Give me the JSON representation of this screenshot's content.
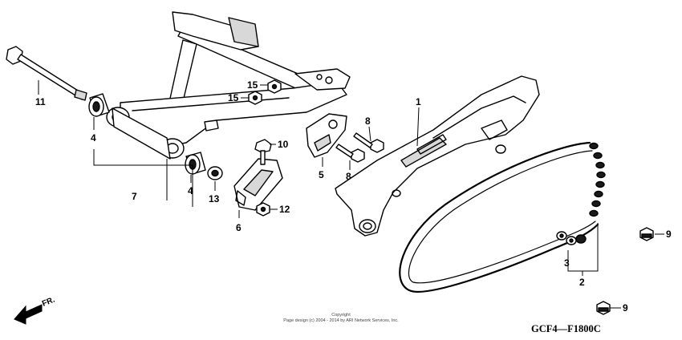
{
  "callouts": {
    "c1": "1",
    "c2": "2",
    "c3": "3",
    "c4a": "4",
    "c4b": "4",
    "c5": "5",
    "c6": "6",
    "c7": "7",
    "c8a": "8",
    "c8b": "8",
    "c9a": "9",
    "c9b": "9",
    "c10": "10",
    "c11": "11",
    "c12": "12",
    "c13": "13",
    "c15a": "15",
    "c15b": "15"
  },
  "direction_label": "FR.",
  "copyright": {
    "line1": "Copyright",
    "line2": "Page design (c) 2004 - 2014 by ARI Network Services, Inc."
  },
  "diagram_code": "GCF4—F1800C"
}
